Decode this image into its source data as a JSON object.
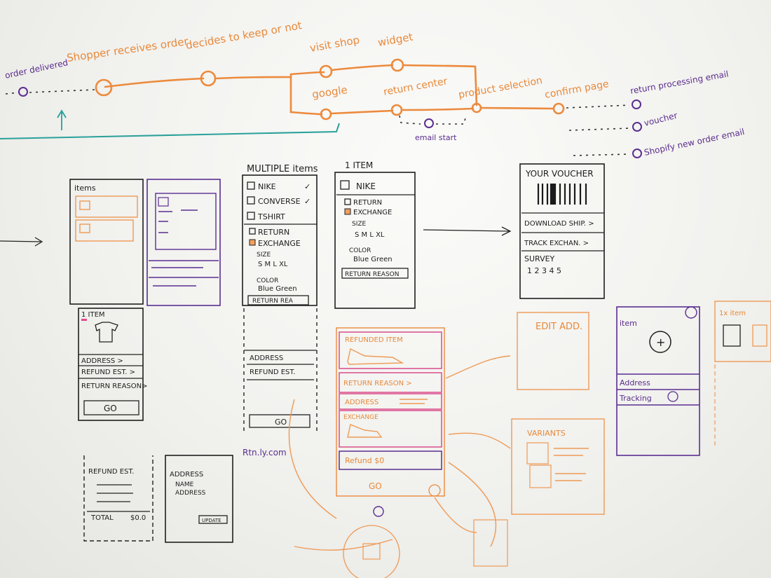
{
  "journey": {
    "order_delivered": "order delivered",
    "shopper_receives": "Shopper receives order",
    "decides_keep": "decides to keep or not",
    "visit_shop": "visit shop",
    "widget": "widget",
    "google": "google",
    "return_center": "return center",
    "product_selection": "product selection",
    "confirm_page": "confirm page",
    "email_start": "email start",
    "return_processing": "return processing email",
    "voucher": "voucher",
    "shopify_new_order": "Shopify new order email"
  },
  "sketch_items": {
    "title": "items"
  },
  "sketch_multiple": {
    "title": "MULTIPLE items",
    "items": [
      "NIKE",
      "CONVERSE",
      "TSHIRT"
    ],
    "return": "RETURN",
    "exchange": "EXCHANGE",
    "size_label": "SIZE",
    "sizes": "S M L XL",
    "color_label": "COLOR",
    "colors": "Blue Green",
    "reason": "RETURN REA"
  },
  "sketch_one_item": {
    "title": "1 ITEM",
    "item": "NIKE",
    "return": "RETURN",
    "exchange": "EXCHANGE",
    "size_label": "SIZE",
    "sizes": "S M L XL",
    "color_label": "COLOR",
    "colors": "Blue Green",
    "reason": "RETURN REASON"
  },
  "sketch_voucher": {
    "title": "YOUR VOUCHER",
    "download": "DOWNLOAD SHIP. >",
    "track": "TRACK EXCHAN. >",
    "survey": "SURVEY",
    "survey_scale": "1 2 3 4 5"
  },
  "sketch_single": {
    "title": "1 ITEM",
    "address": "ADDRESS >",
    "refund": "REFUND EST. >",
    "reason": "RETURN REASON>",
    "go": "GO"
  },
  "sketch_address_refund": {
    "address": "ADDRESS",
    "refund": "REFUND EST.",
    "go": "GO"
  },
  "sketch_orange": {
    "refunded_item": "REFUNDED ITEM",
    "return_reason": "RETURN REASON >",
    "address": "ADDRESS",
    "exchange": "EXCHANGE",
    "refund": "Refund $0",
    "go": "GO",
    "note": "Rtn.ly.com"
  },
  "sketch_edit": {
    "title": "EDIT ADD."
  },
  "sketch_variants": {
    "title": "VARIANTS"
  },
  "sketch_purple_right": {
    "title": "item",
    "address": "Address",
    "tracking": "Tracking"
  },
  "sketch_far_right": {
    "title": "1x item"
  },
  "sketch_refund_total": {
    "title": "REFUND EST.",
    "total": "TOTAL",
    "amount": "$0.0"
  },
  "sketch_address_form": {
    "title": "ADDRESS",
    "name": "NAME",
    "address": "ADDRESS",
    "update": "UPDATE"
  }
}
